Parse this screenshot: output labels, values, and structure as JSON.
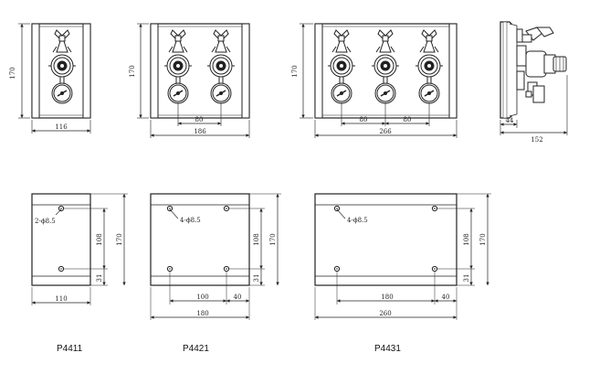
{
  "p4411": {
    "model": "P4411",
    "front": {
      "height": "170",
      "width": "116"
    },
    "back": {
      "holes": "2-ϕ8.5",
      "height": "170",
      "hole_spacing": "108",
      "bottom_offset": "31",
      "width": "110"
    }
  },
  "p4421": {
    "model": "P4421",
    "front": {
      "height": "170",
      "spacing": "80",
      "width": "186"
    },
    "back": {
      "holes": "4-ϕ8.5",
      "height": "170",
      "hole_spacing": "108",
      "bottom_offset": "31",
      "span": "100",
      "side_offset": "40",
      "width": "180"
    }
  },
  "p4431": {
    "model": "P4431",
    "front": {
      "height": "170",
      "spacing_left": "80",
      "spacing_right": "80",
      "width": "266"
    },
    "back": {
      "holes": "4-ϕ8.5",
      "height": "170",
      "hole_spacing": "108",
      "bottom_offset": "31",
      "span": "180",
      "side_offset": "40",
      "width": "260"
    }
  },
  "side_view": {
    "depth": "44",
    "total_depth": "152"
  }
}
